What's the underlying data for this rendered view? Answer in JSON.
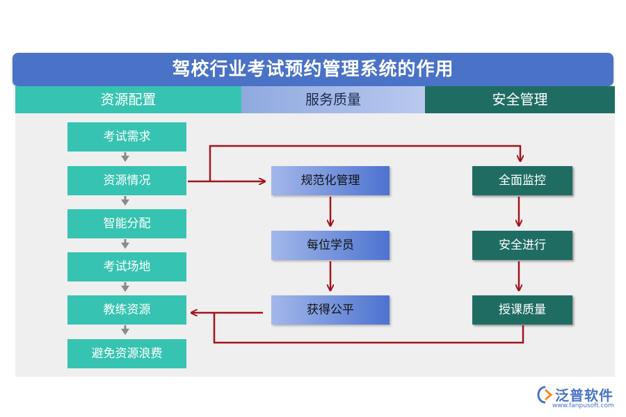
{
  "title": "驾校行业考试预约管理系统的作用",
  "columns": [
    {
      "label": "资源配置"
    },
    {
      "label": "服务质量"
    },
    {
      "label": "安全管理"
    }
  ],
  "resource_steps": [
    "考试需求",
    "资源情况",
    "智能分配",
    "考试场地",
    "教练资源",
    "避免资源浪费"
  ],
  "service_steps": [
    "规范化管理",
    "每位学员",
    "获得公平"
  ],
  "safety_steps": [
    "全面监控",
    "安全进行",
    "授课质量"
  ],
  "colors": {
    "title_blue": "#4a72c7",
    "teal": "#37c3b1",
    "dark_teal": "#1f6d62",
    "arrow_red": "#a0141e",
    "arrow_gray": "#8a8a8a"
  },
  "logo": {
    "name": "泛普软件",
    "url": "www.fanpusoft.com",
    "icon": "fanpu-logo-icon"
  }
}
